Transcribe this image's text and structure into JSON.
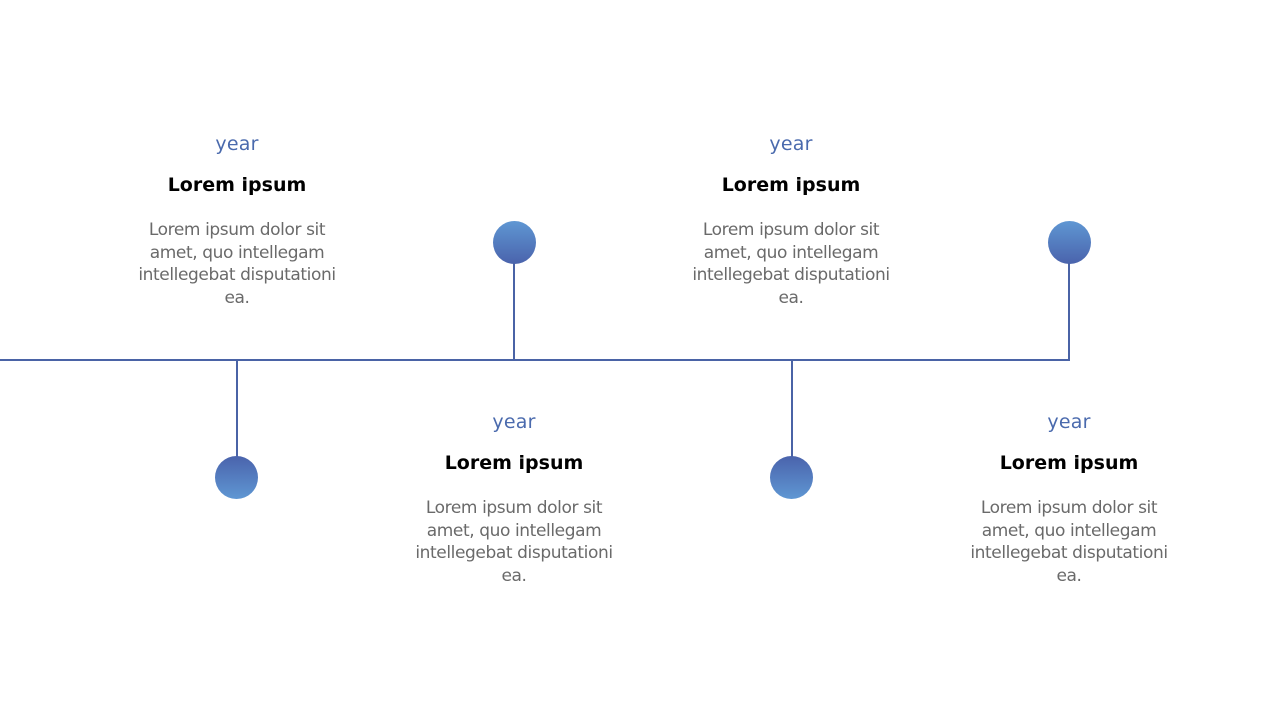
{
  "diagram": {
    "type": "timeline",
    "colors": {
      "line": "#4a63a6",
      "dot_light": "#5f97d3",
      "dot_dark": "#4a63ac",
      "year_text": "#4a6aad",
      "title_text": "#000000",
      "desc_text": "#6a6a6a"
    },
    "milestones": [
      {
        "year": "year",
        "title": "Lorem ipsum",
        "description": "Lorem ipsum dolor sit amet, quo intellegam intellegebat disputationi ea.",
        "text_position": "above",
        "dot_position": "below"
      },
      {
        "year": "year",
        "title": "Lorem ipsum",
        "description": "Lorem ipsum dolor sit amet, quo intellegam intellegebat disputationi ea.",
        "text_position": "below",
        "dot_position": "above"
      },
      {
        "year": "year",
        "title": "Lorem ipsum",
        "description": "Lorem ipsum dolor sit amet, quo intellegam intellegebat disputationi ea.",
        "text_position": "above",
        "dot_position": "below"
      },
      {
        "year": "year",
        "title": "Lorem ipsum",
        "description": "Lorem ipsum dolor sit amet, quo intellegam intellegebat disputationi ea.",
        "text_position": "below",
        "dot_position": "above"
      }
    ]
  }
}
